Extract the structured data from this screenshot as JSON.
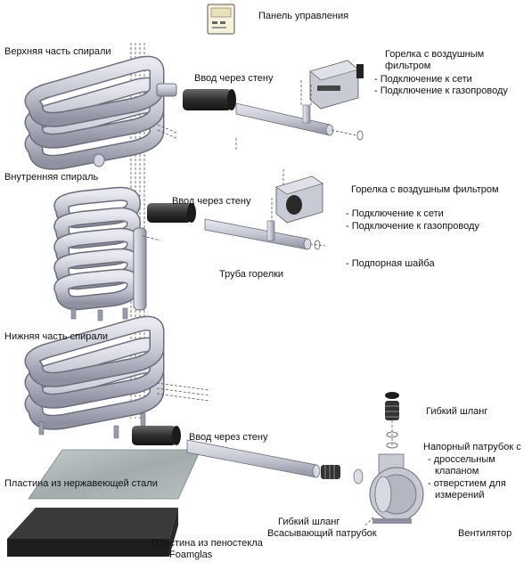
{
  "labels": {
    "control_panel": "Панель управления",
    "upper_coil": "Верхняя часть спирали",
    "inner_coil": "Внутренняя спираль",
    "lower_coil": "Нижняя часть спирали",
    "wall_entry_1": "Ввод через стену",
    "wall_entry_2": "Ввод через стену",
    "wall_entry_3": "Ввод через стену",
    "burner_top_line1": "Горелка с воздушным",
    "burner_top_line2": "фильтром",
    "burner_top_power": "- Подключение к сети",
    "burner_top_gas": "- Подключение к газопроводу",
    "burner_mid": "Горелка с воздушным фильтром",
    "burner_mid_power": "- Подключение к сети",
    "burner_mid_gas": "- Подключение к газопроводу",
    "support_washer": "- Подпорная шайба",
    "burner_pipe": "Труба горелки",
    "flex_hose_top": "Гибкий шланг",
    "pressure_nozzle": "Напорный патрубок с",
    "throttle_line1": "- дроссельным",
    "throttle_line2": "клапаном",
    "meas_line1": "- отверстием для",
    "meas_line2": "измерений",
    "steel_plate": "Пластина из нержавеющей стали",
    "flex_hose_bottom": "Гибкий шланг",
    "suction_nozzle": "Всасывающий патрубок",
    "foamglass_line1": "Пластина из пеностекла",
    "foamglass_line2": "Foamglas",
    "fan": "Вентилятор"
  },
  "colors": {
    "pipe": "#c8cad6",
    "pipe_shade": "#8e90a0",
    "pipe_outline": "#6b6d7a",
    "sleeve": "#3a3a3a",
    "steel_plate": "#a9b0b1",
    "foam_plate": "#2a2a2a",
    "dash": "#555555"
  },
  "icons": [
    "control-panel-icon",
    "burner-icon",
    "fan-icon",
    "flex-hose-icon"
  ]
}
